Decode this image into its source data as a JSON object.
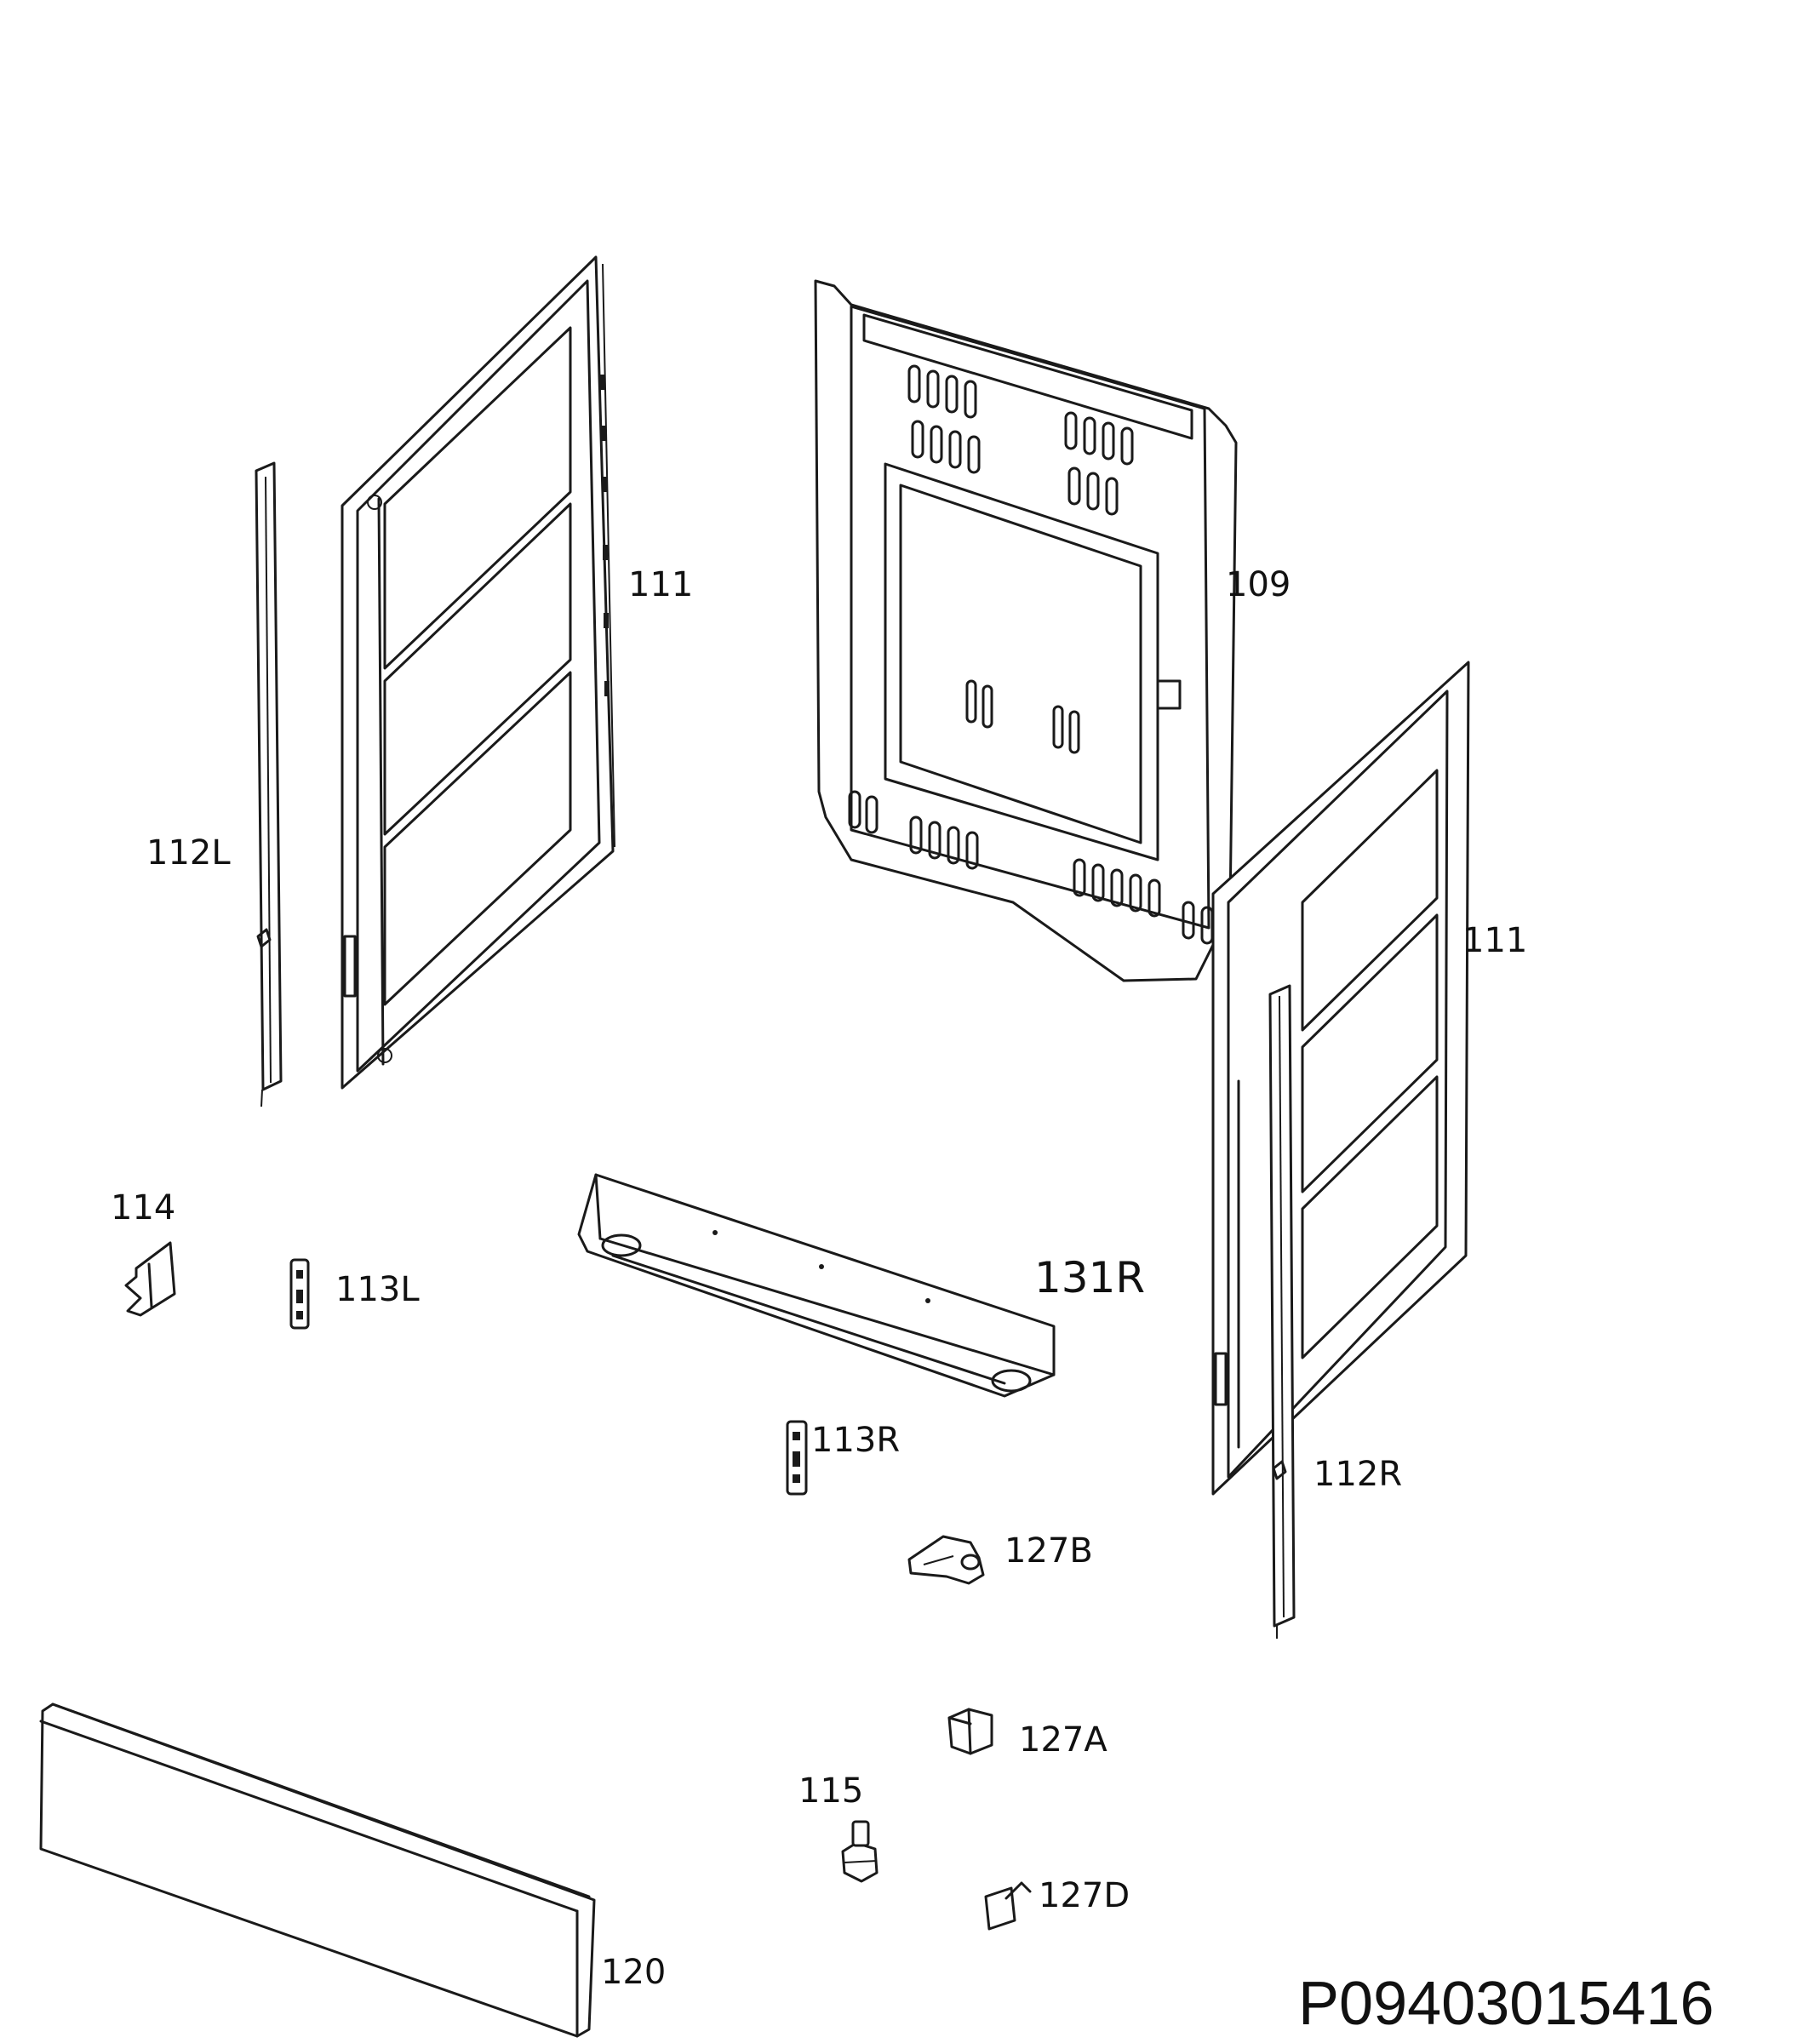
{
  "labels": {
    "p111_left": "111",
    "p109": "109",
    "p112L": "112L",
    "p111_right": "111",
    "p114": "114",
    "p113L": "113L",
    "p131R": "131R",
    "p113R": "113R",
    "p112R": "112R",
    "p127B": "127B",
    "p127A": "127A",
    "p115": "115",
    "p127D": "127D",
    "p120": "120"
  },
  "document_id": "P09403015416"
}
